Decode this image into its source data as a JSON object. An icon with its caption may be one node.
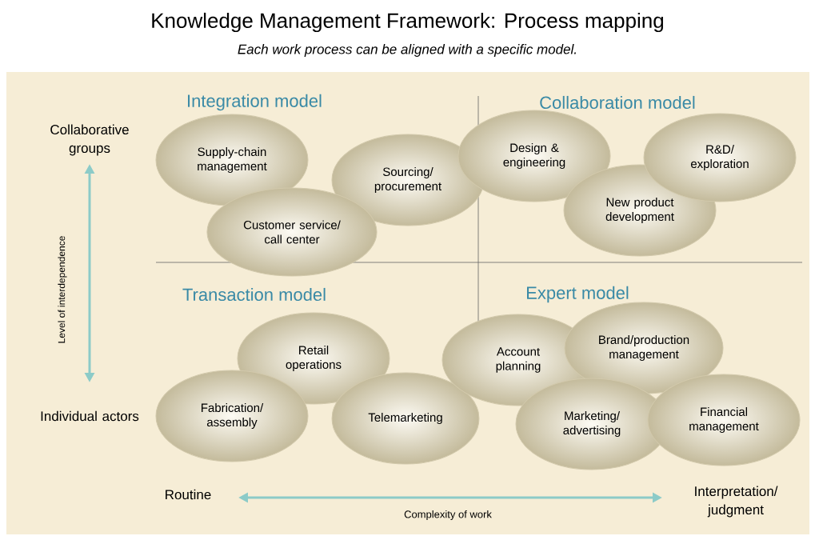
{
  "diagram": {
    "title": "Knowledge Management Framework: Process mapping",
    "caption": "Each work process can be aligned with a specific model.",
    "nodes": [
      {
        "text": [
          "Supply-chain management"
        ]
      },
      {
        "text": [
          "Customer service/ call center"
        ]
      },
      {
        "text": [
          "Sourcing/ procurement"
        ]
      },
      {
        "text": [
          "Design & engineering"
        ]
      },
      {
        "text": [
          "New product development"
        ]
      },
      {
        "text": [
          "R&D/ exploration"
        ]
      },
      {
        "text": [
          "Retail operations"
        ]
      },
      {
        "text": [
          "Fabrication/ assembly"
        ]
      },
      {
        "text": [
          "Telemarketing"
        ]
      },
      {
        "text": [
          "Account planning"
        ]
      },
      {
        "text": [
          "Brand/production management"
        ]
      },
      {
        "text": [
          "Marketing/ advertising"
        ]
      },
      {
        "text": [
          "Financial management"
        ]
      }
    ],
    "labels": [
      "Integration model",
      "Collaboration model",
      "Collaborative groups",
      "Level of interdependence",
      "Transaction model",
      "Expert model",
      "Individual actors",
      "Routine",
      "Interpretation/ judgment",
      "Complexity of work"
    ]
  }
}
